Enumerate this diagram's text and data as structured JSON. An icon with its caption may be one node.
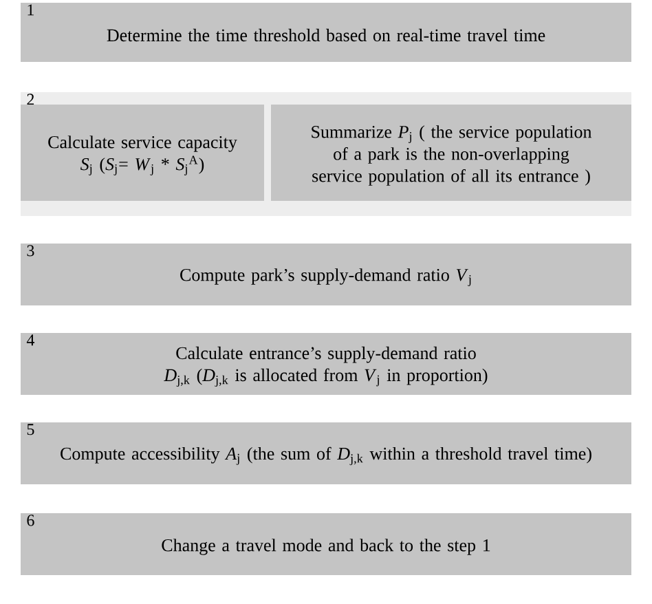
{
  "diagram": {
    "nodes": [
      {
        "text": [
          "1",
          "Determine the time threshold based on real-time travel time"
        ]
      },
      {
        "text": [
          "2"
        ]
      },
      {
        "text": [
          "Calculate service capacity *S*$_{j}$ (*S*$_{j}$= *W*$_{j}$ * *S*$_{j}$$^{A}$)"
        ],
        "in": 1
      },
      {
        "text": [
          "Summarize *P*$_{j}$ ( the service population of a park is the non-overlapping service population of all its entrance )"
        ],
        "in": 1
      },
      {
        "text": [
          "3",
          "Compute park’s supply-demand ratio *V*$_{j}$"
        ]
      },
      {
        "text": [
          "4",
          "Calculate entrance’s supply-demand ratio *D*$_{j,k}$ (*D*$_{j,k}$ is allocated from *V*$_{j}$ in proportion)"
        ]
      },
      {
        "text": [
          "5",
          "Compute accessibility  *A*$_{j}$ (the sum of *D*$_{j,k}$ within a threshold travel time)"
        ]
      },
      {
        "text": [
          "6",
          "Change a travel mode and back to the step 1"
        ]
      }
    ]
  }
}
